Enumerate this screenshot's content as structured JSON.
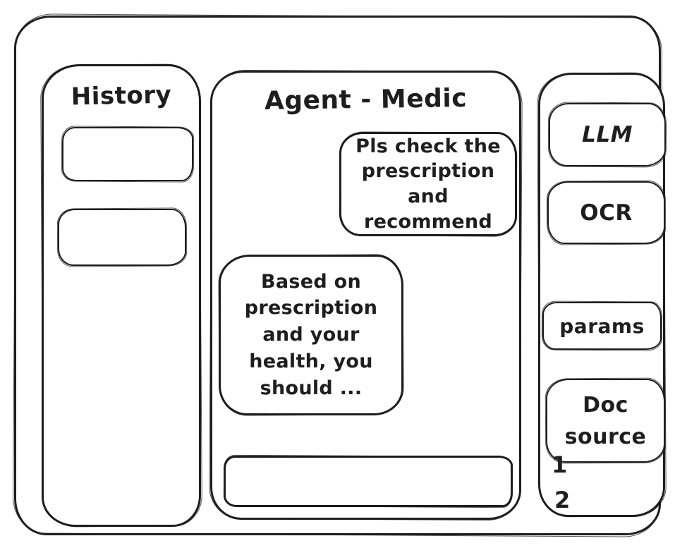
{
  "window": {
    "background": "#ffffff",
    "stroke_color": "#1e1e1e"
  },
  "history_panel": {
    "title": "History",
    "items": [
      {
        "label": ""
      },
      {
        "label": ""
      }
    ]
  },
  "chat_panel": {
    "title": "Agent - Medic",
    "messages": [
      {
        "role": "user",
        "text": "Pls check the prescription and recommend"
      },
      {
        "role": "assistant",
        "text": "Based on prescription and your health, you should ..."
      }
    ],
    "input": {
      "value": "",
      "placeholder": ""
    }
  },
  "tools_panel": {
    "items": [
      {
        "label": "LLM"
      },
      {
        "label": "OCR"
      },
      {
        "label": "params"
      },
      {
        "label": "Doc source"
      }
    ],
    "source_refs": [
      "1",
      "2"
    ]
  }
}
